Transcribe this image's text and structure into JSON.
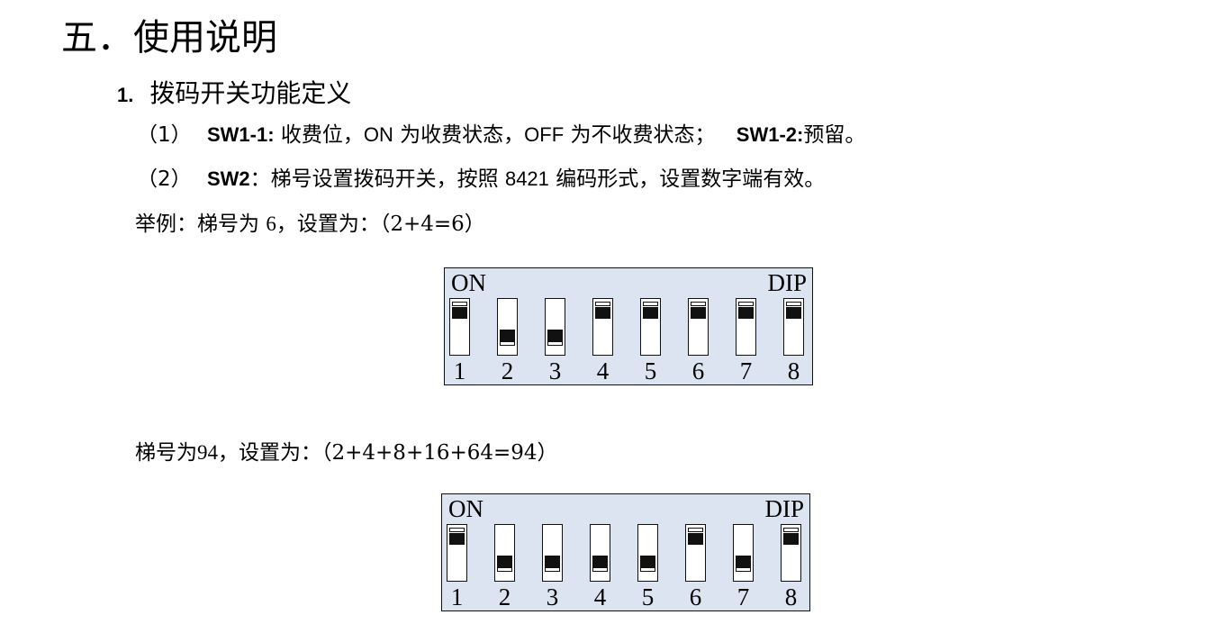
{
  "doc": {
    "heading": "五．使用说明",
    "section": {
      "number": "1.",
      "title": "拨码开关功能定义"
    },
    "items": [
      {
        "prefix": "（1）",
        "label1": "SW1-1:",
        "text1": " 收费位，",
        "on": "ON",
        "text2": " 为收费状态，",
        "off": "OFF",
        "text3": " 为不收费状态；",
        "label2": "SW1-2:",
        "text4": "预留。"
      },
      {
        "prefix": "（2）",
        "label1": "SW2",
        "text1": "：梯号设置拨码开关，按照 ",
        "code": "8421",
        "text2": " 编码形式，设置数字端有效。"
      }
    ],
    "examples": [
      {
        "caption_a": "举例：梯号为 ",
        "caption_num": "6",
        "caption_b": "，设置为：（2+4=6）",
        "figure": {
          "on_label": "ON",
          "dip_label": "DIP",
          "switches": [
            {
              "index": "1",
              "on": true
            },
            {
              "index": "2",
              "on": false
            },
            {
              "index": "3",
              "on": false
            },
            {
              "index": "4",
              "on": true
            },
            {
              "index": "5",
              "on": true
            },
            {
              "index": "6",
              "on": true
            },
            {
              "index": "7",
              "on": true
            },
            {
              "index": "8",
              "on": true
            }
          ]
        }
      },
      {
        "caption_a": "梯号为",
        "caption_num": "94",
        "caption_b": "，设置为：（2+4+8+16+64=94）",
        "figure": {
          "on_label": "ON",
          "dip_label": "DIP",
          "switches": [
            {
              "index": "1",
              "on": true
            },
            {
              "index": "2",
              "on": false
            },
            {
              "index": "3",
              "on": false
            },
            {
              "index": "4",
              "on": false
            },
            {
              "index": "5",
              "on": false
            },
            {
              "index": "6",
              "on": true
            },
            {
              "index": "7",
              "on": false
            },
            {
              "index": "8",
              "on": true
            }
          ]
        }
      }
    ]
  }
}
